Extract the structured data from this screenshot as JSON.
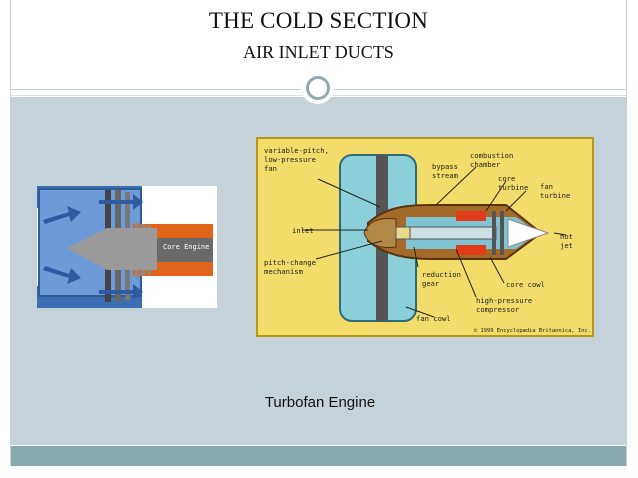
{
  "slide": {
    "title": "THE COLD SECTION",
    "subtitle": "AIR INLET DUCTS",
    "caption": "Turbofan Engine"
  },
  "left_figure": {
    "core_label": "Core Engine"
  },
  "right_figure": {
    "labels": {
      "fan": [
        "variable-pitch,",
        "low-pressure",
        "fan"
      ],
      "bypass": [
        "bypass",
        "stream"
      ],
      "combustion": [
        "combustion",
        "chamber"
      ],
      "core_turbine": [
        "core",
        "turbine"
      ],
      "fan_turbine": [
        "fan",
        "turbine"
      ],
      "inlet": "inlet",
      "hot_jet": [
        "hot",
        "jet"
      ],
      "pitch_change": [
        "pitch-change",
        "mechanism"
      ],
      "reduction_gear": [
        "reduction",
        "gear"
      ],
      "core_cowl": "core cowl",
      "hp_compressor": [
        "high-pressure",
        "compressor"
      ],
      "fan_cowl": "fan cowl",
      "copyright": "© 1999 Encyclopædia Britannica, Inc."
    }
  },
  "colors": {
    "background": "#c6d2d9",
    "footer_bar": "#87a9ad",
    "diagram_bg": "#e9c33a"
  }
}
